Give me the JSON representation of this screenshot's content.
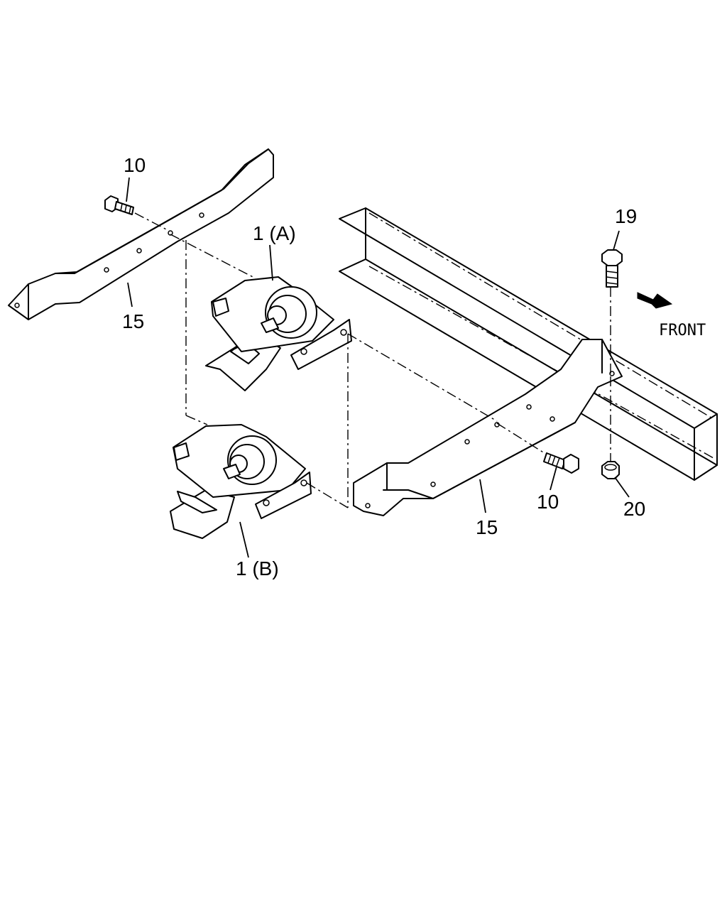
{
  "labels": {
    "bolt_top_left": "10",
    "bracket_left": "15",
    "mount_a": "1 (A)",
    "mount_b": "1 (B)",
    "bolt_19": "19",
    "front": "FRONT",
    "bracket_right": "15",
    "bolt_right": "10",
    "nut_20": "20"
  }
}
